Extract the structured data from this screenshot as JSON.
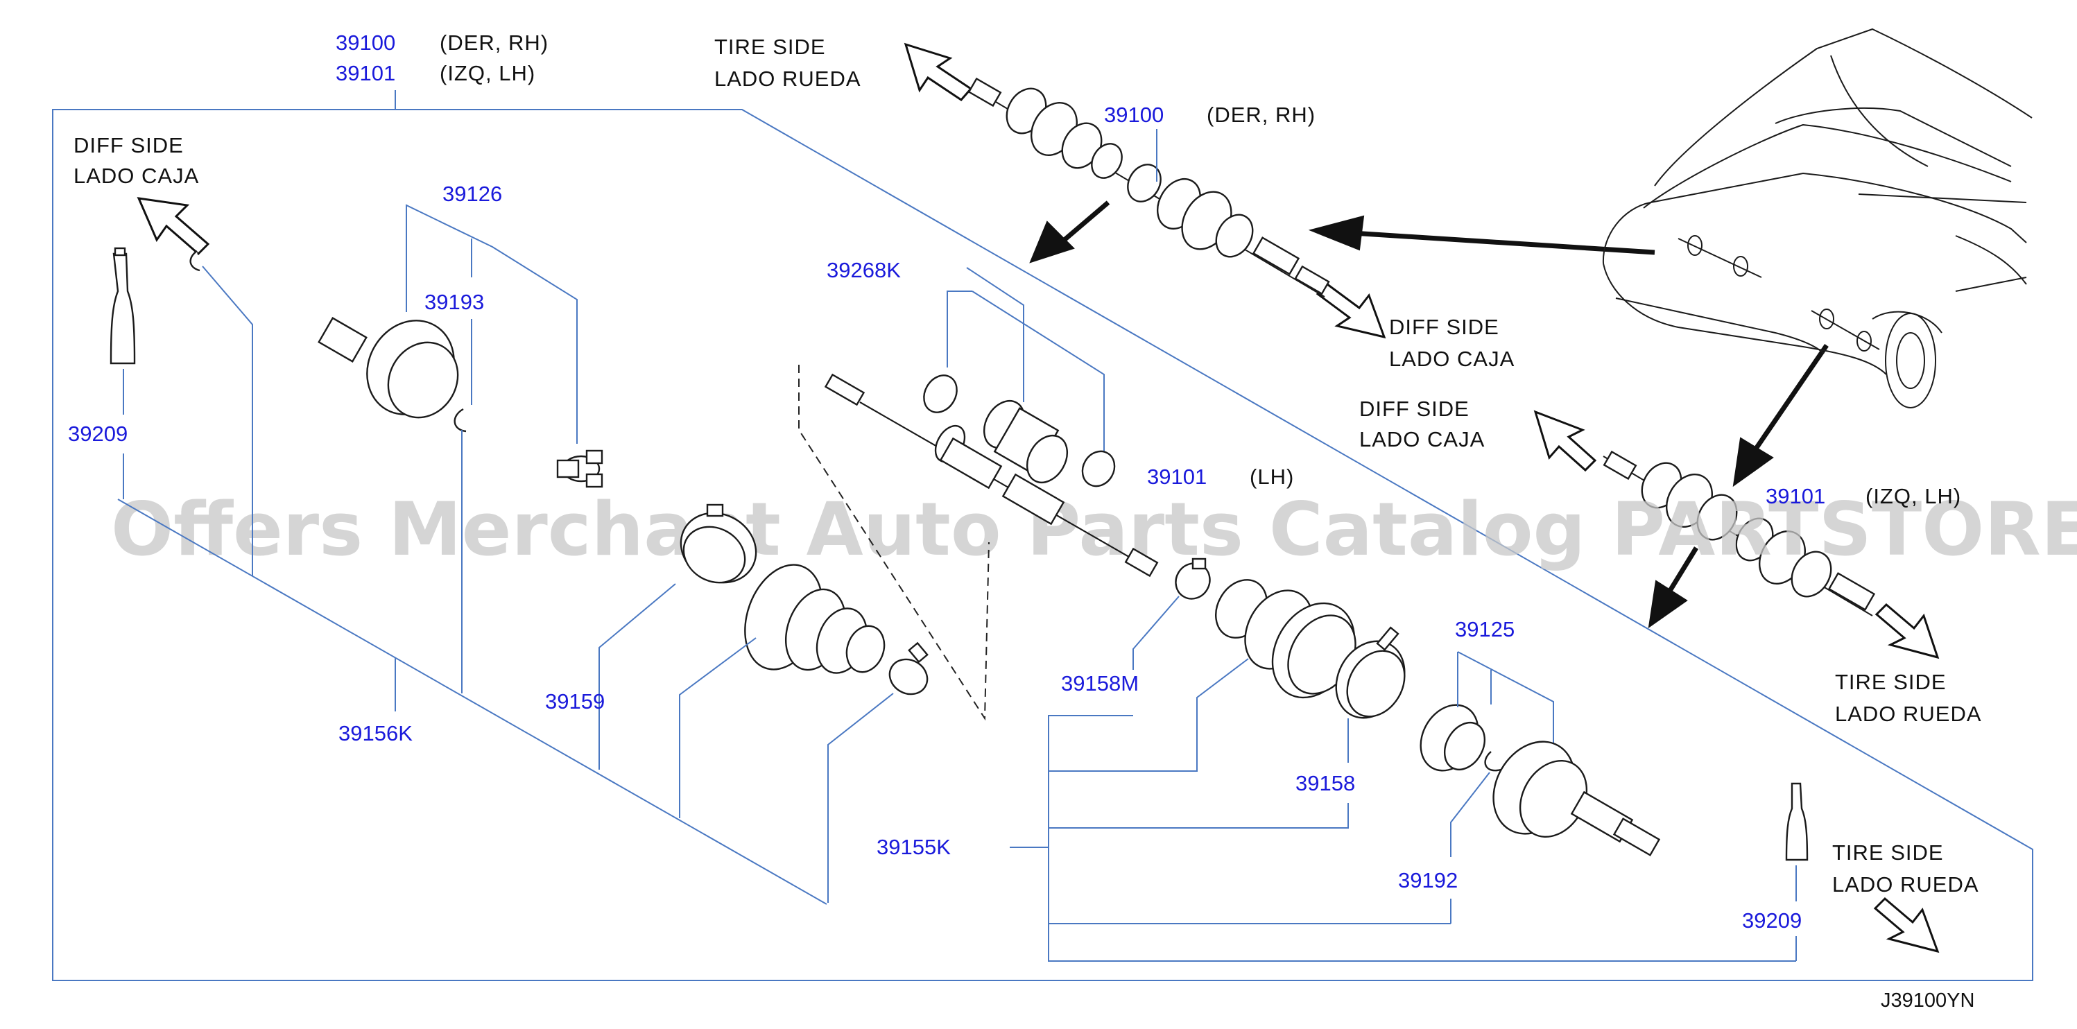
{
  "diagram_code": "J39100YN",
  "watermark": "Offers Merchant Auto Parts Catalog PARTSTORE.SA",
  "header": {
    "parts": [
      {
        "number": "39100",
        "desc": "(DER,  RH)"
      },
      {
        "number": "39101",
        "desc": "(IZQ,  LH)"
      }
    ]
  },
  "direction_labels": {
    "tire_top": [
      "TIRE  SIDE",
      "LADO  RUEDA"
    ],
    "diff_left": [
      "DIFF  SIDE",
      "LADO  CAJA"
    ],
    "diff_upper_right": [
      "DIFF  SIDE",
      "LADO  CAJA"
    ],
    "diff_mid_right": [
      "DIFF  SIDE",
      "LADO  CAJA"
    ],
    "tire_right": [
      "TIRE  SIDE",
      "LADO  RUEDA"
    ],
    "tire_bottom_right": [
      "TIRE  SIDE",
      "LADO  RUEDA"
    ]
  },
  "shaft_callouts": {
    "rh": {
      "number": "39100",
      "desc": "(DER,  RH)"
    },
    "lh": {
      "number": "39101",
      "desc": "(LH)"
    },
    "lh_full": {
      "number": "39101",
      "desc": "(IZQ,  LH)"
    }
  },
  "part_numbers": {
    "p39126": "39126",
    "p39193": "39193",
    "p39209_left": "39209",
    "p39268K": "39268K",
    "p39159": "39159",
    "p39156K": "39156K",
    "p39158M": "39158M",
    "p39125": "39125",
    "p39158": "39158",
    "p39155K": "39155K",
    "p39192": "39192",
    "p39209_right": "39209"
  }
}
